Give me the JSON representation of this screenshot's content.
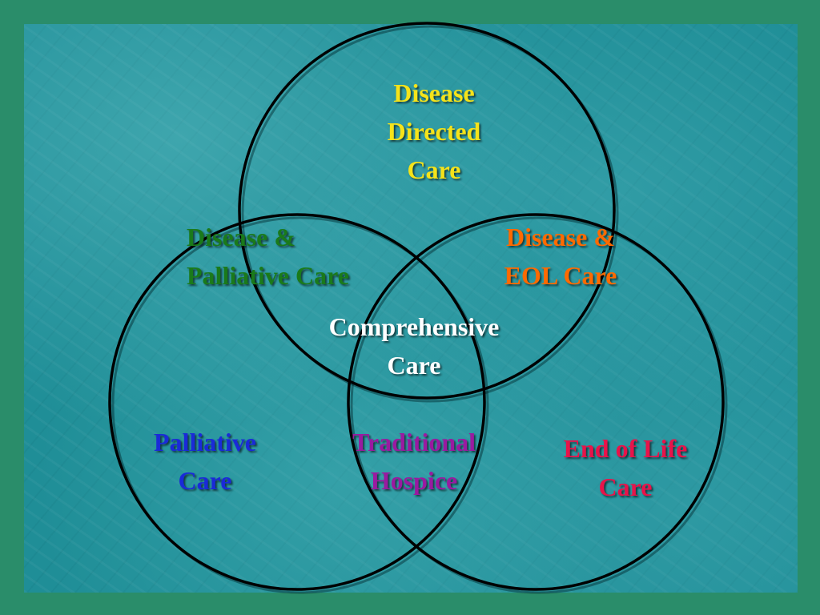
{
  "diagram": {
    "type": "venn",
    "circles": [
      {
        "name": "top",
        "stroke": "#000000"
      },
      {
        "name": "left",
        "stroke": "#000000"
      },
      {
        "name": "right",
        "stroke": "#000000"
      }
    ],
    "labels": {
      "disease_directed": {
        "lines": [
          "Disease",
          "Directed",
          "Care"
        ],
        "color": "#f5e31a"
      },
      "disease_palliative": {
        "lines": [
          "Disease &",
          "Palliative Care"
        ],
        "color": "#1a7a1a"
      },
      "disease_eol": {
        "lines": [
          "Disease &",
          "EOL Care"
        ],
        "color": "#ff6a00"
      },
      "comprehensive": {
        "lines": [
          "Comprehensive",
          "Care"
        ],
        "color": "#ffffff"
      },
      "palliative": {
        "lines": [
          "Palliative",
          "Care"
        ],
        "color": "#1a2ad8"
      },
      "traditional_hospice": {
        "lines": [
          "Traditional",
          "Hospice"
        ],
        "color": "#9a1aa0"
      },
      "end_of_life": {
        "lines": [
          "End of Life",
          "Care"
        ],
        "color": "#e8134a"
      }
    }
  },
  "colors": {
    "frame": "#2a8d6a",
    "panel": "#1f8e97"
  }
}
